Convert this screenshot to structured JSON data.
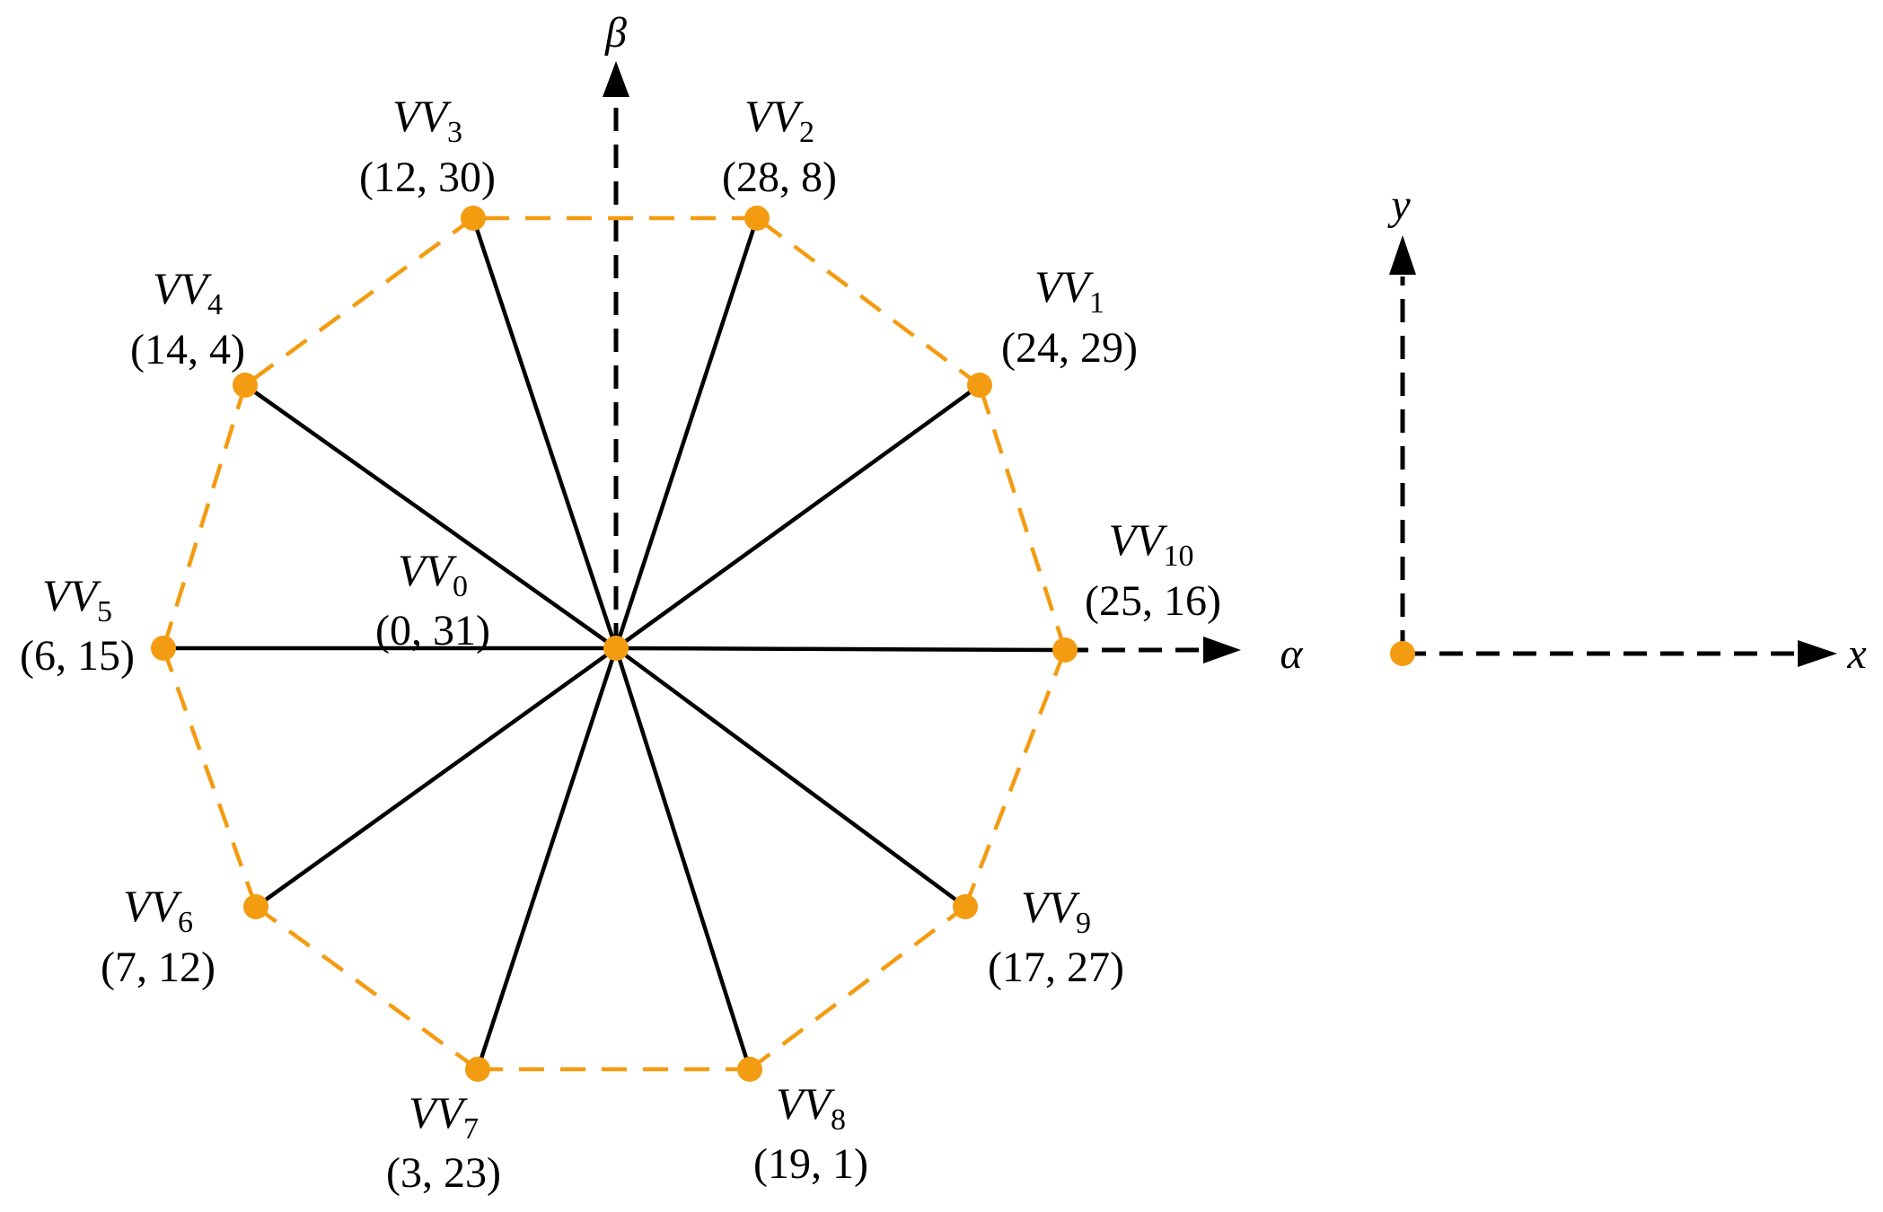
{
  "diagram": {
    "alpha_beta_frame": {
      "alpha_label": "α",
      "beta_label": "β"
    },
    "xy_frame": {
      "x_label": "x",
      "y_label": "y"
    },
    "vectors": [
      {
        "id": "vv0",
        "name": "VV",
        "subscript": "0",
        "code": "(0, 31)"
      },
      {
        "id": "vv1",
        "name": "VV",
        "subscript": "1",
        "code": "(24, 29)"
      },
      {
        "id": "vv2",
        "name": "VV",
        "subscript": "2",
        "code": "(28, 8)"
      },
      {
        "id": "vv3",
        "name": "VV",
        "subscript": "3",
        "code": "(12, 30)"
      },
      {
        "id": "vv4",
        "name": "VV",
        "subscript": "4",
        "code": "(14, 4)"
      },
      {
        "id": "vv5",
        "name": "VV",
        "subscript": "5",
        "code": "(6, 15)"
      },
      {
        "id": "vv6",
        "name": "VV",
        "subscript": "6",
        "code": "(7, 12)"
      },
      {
        "id": "vv7",
        "name": "VV",
        "subscript": "7",
        "code": "(3, 23)"
      },
      {
        "id": "vv8",
        "name": "VV",
        "subscript": "8",
        "code": "(19, 1)"
      },
      {
        "id": "vv9",
        "name": "VV",
        "subscript": "9",
        "code": "(17, 27)"
      },
      {
        "id": "vv10",
        "name": "VV",
        "subscript": "10",
        "code": "(25, 16)"
      }
    ],
    "colors": {
      "vertex": "#f39c12",
      "octagon": "#f39c12",
      "lines": "#000000"
    }
  }
}
